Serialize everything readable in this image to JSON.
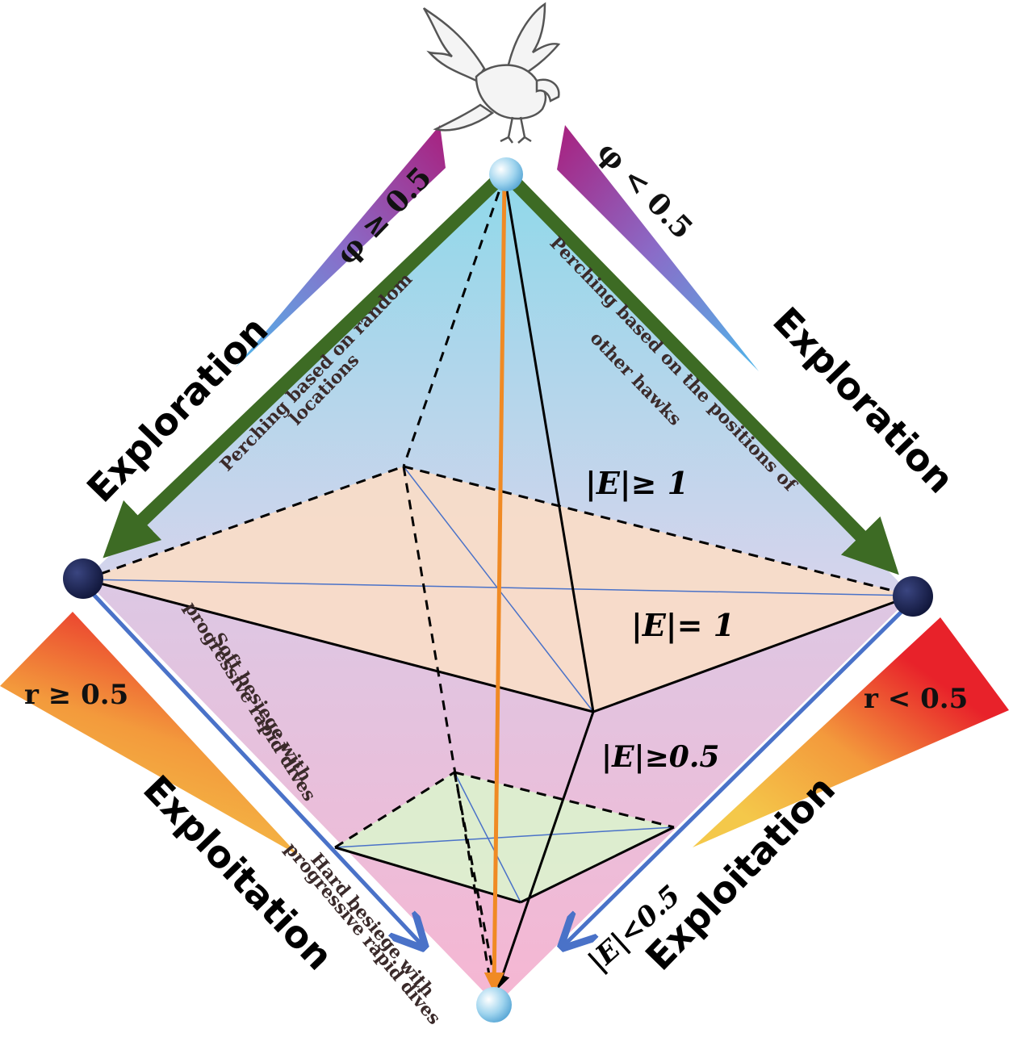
{
  "phases": {
    "exploration_left": "Exploration",
    "exploration_right": "Exploration",
    "exploitation_left": "Exploitation",
    "exploitation_right": "Exploitation"
  },
  "conditions": {
    "phi_ge": "φ ≥ 0.5",
    "phi_lt": "φ < 0.5",
    "r_ge": "r ≥ 0.5",
    "r_lt": "r < 0.5"
  },
  "energy_levels": {
    "e_ge_1": "|E|≥ 1",
    "e_eq_1": "|E|= 1",
    "e_ge_05": "|E|≥0.5",
    "e_lt_05": "|E|<0.5"
  },
  "strategies": {
    "perch_random_line1": "Perching based on random",
    "perch_random_line2": "locations",
    "perch_hawks_line1": "Perching based on the positions of",
    "perch_hawks_line2": "other hawks",
    "soft_line1": "Soft besiege with",
    "soft_line2": "progressive rapid dives",
    "hard_line1": "Hard besiege with",
    "hard_line2": "progressive rapid dives"
  },
  "colors": {
    "green_arrow": "#3d6b24",
    "blue_arrow": "#4a72c8",
    "orange_line": "#f08a24",
    "node_dark": "#1c2350"
  }
}
